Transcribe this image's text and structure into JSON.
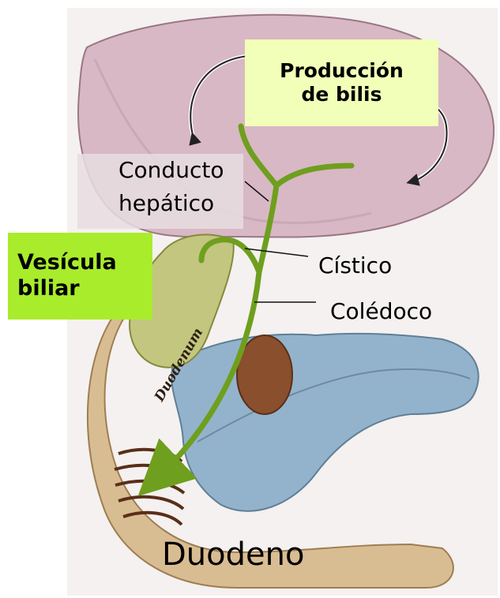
{
  "labels": {
    "produccion_line1": "Producción",
    "produccion_line2": "de bilis",
    "conducto_line1": "Conducto",
    "conducto_line2": "hepático",
    "vesicula_line1": "Vesícula",
    "vesicula_line2": "biliar",
    "cistico": "Cístico",
    "coledoco": "Colédoco",
    "duodeno": "Duodeno",
    "duodenum": "Duodenum"
  },
  "colors": {
    "highlight_box": "#f1ffb8",
    "vesicula_box": "#a9ec2b",
    "bile_path": "#6f9f1e",
    "liver": "#d8b8c4",
    "gallbladder": "#c2c67f",
    "pancreas": "#93b3cc",
    "duodenum": "#d9bd92",
    "duodenum_lumen": "#8a4f2d"
  }
}
